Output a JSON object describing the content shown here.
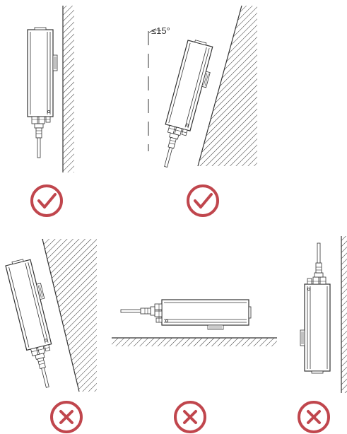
{
  "figure": {
    "tilt_limit_symbol": "≤15°",
    "max_tilt_degrees": 15,
    "panels": [
      {
        "id": "vertical-wall",
        "verdict": "correct",
        "icon": "check-circle-icon"
      },
      {
        "id": "backward-tilt",
        "verdict": "correct",
        "icon": "check-circle-icon"
      },
      {
        "id": "forward-tilt",
        "verdict": "incorrect",
        "icon": "cross-circle-icon"
      },
      {
        "id": "horizontal-floor",
        "verdict": "incorrect",
        "icon": "cross-circle-icon"
      },
      {
        "id": "upside-down",
        "verdict": "incorrect",
        "icon": "cross-circle-icon"
      }
    ]
  },
  "colors": {
    "line": "#333333",
    "mark_red": "#c0464d",
    "background": "#ffffff"
  }
}
